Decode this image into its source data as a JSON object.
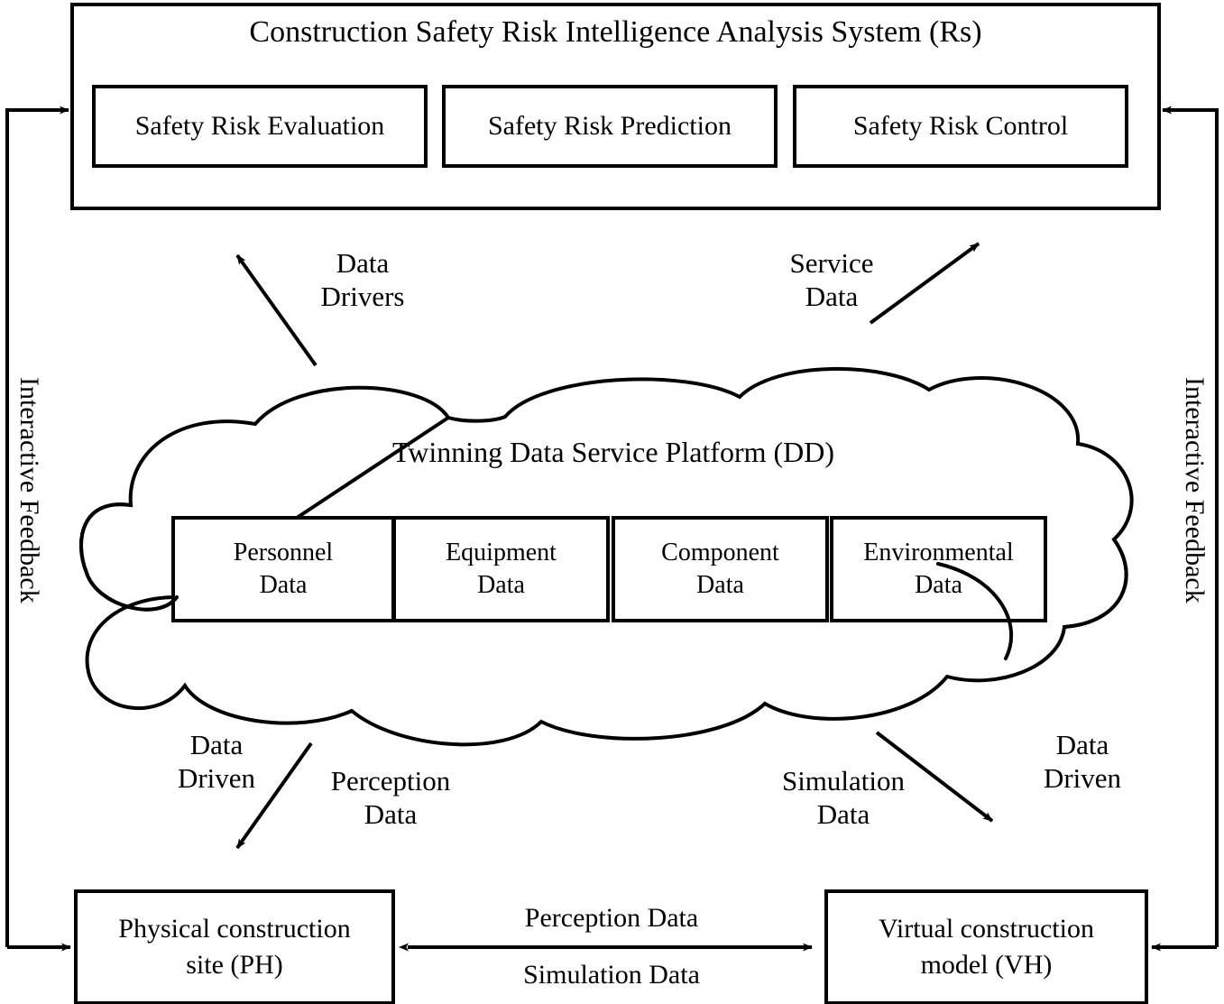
{
  "diagram": {
    "title": "Construction Safety Risk Intelligence Analysis System (Rs)",
    "colors": {
      "stroke": "#000000",
      "background": "#ffffff",
      "text": "#000000"
    },
    "system_box": {
      "title": "Construction Safety Risk Intelligence Analysis System (Rs)",
      "modules": [
        {
          "label": "Safety Risk Evaluation"
        },
        {
          "label": "Safety Risk Prediction"
        },
        {
          "label": "Safety Risk Control"
        }
      ]
    },
    "cloud": {
      "title": "Twinning Data Service Platform (DD)",
      "data_boxes": [
        {
          "label": "Personnel\nData"
        },
        {
          "label": "Equipment\nData"
        },
        {
          "label": "Component\nData"
        },
        {
          "label": "Environmental\nData"
        }
      ]
    },
    "bottom_boxes": [
      {
        "label": "Physical construction\nsite (PH)"
      },
      {
        "label": "Virtual construction\nmodel (VH)"
      }
    ],
    "flow_labels": {
      "data_drivers": "Data\nDrivers",
      "service_data": "Service\nData",
      "data_driven_left": "Data\nDriven",
      "perception_data": "Perception\nData",
      "simulation_data": "Simulation\nData",
      "data_driven_right": "Data\nDriven",
      "perception_data_mid": "Perception Data",
      "simulation_data_mid": "Simulation Data",
      "interactive_feedback_left": "Interactive Feedback",
      "interactive_feedback_right": "Interactive Feedback"
    }
  }
}
